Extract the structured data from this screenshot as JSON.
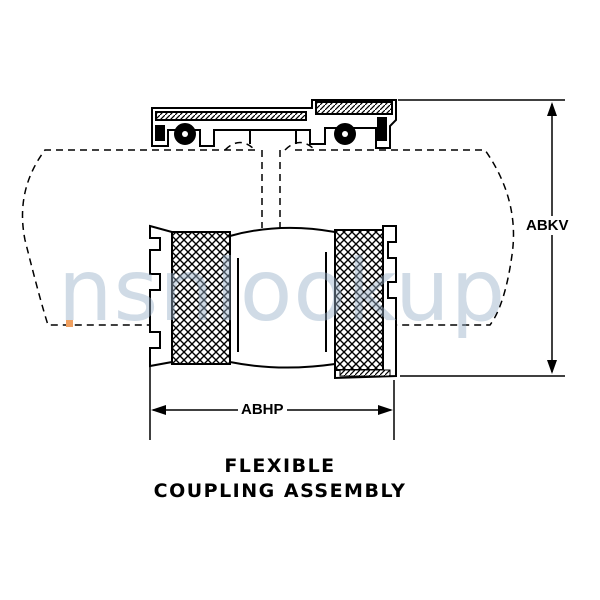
{
  "drawing": {
    "dimension_height": "ABKV",
    "dimension_width": "ABHP",
    "title_line1": "FLEXIBLE",
    "title_line2": "COUPLING ASSEMBLY"
  },
  "watermark": "nsnlookup",
  "colors": {
    "ink": "#000000",
    "background": "#ffffff",
    "watermark": "#9fb4c8",
    "dot": "#f0a060"
  }
}
